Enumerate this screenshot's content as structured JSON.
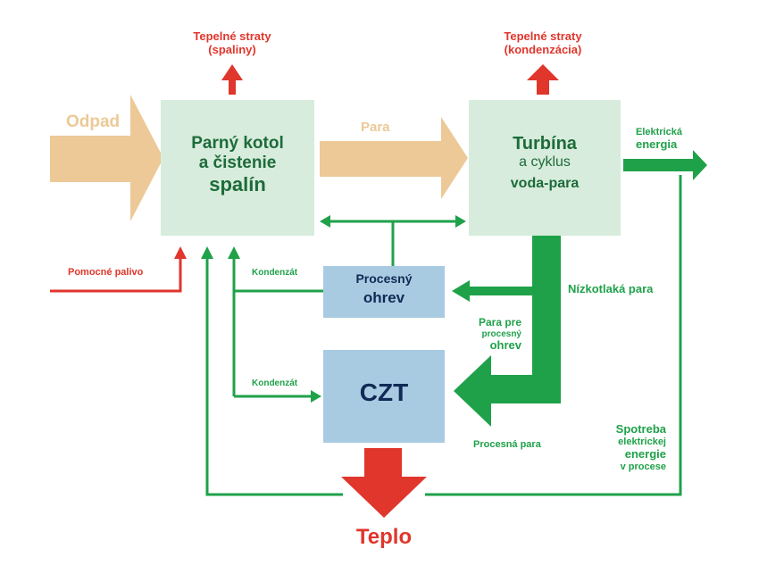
{
  "colors": {
    "tan": "#ecc997",
    "green": "#1fa14a",
    "red": "#e0362c",
    "box_green": "#d7ecdc",
    "box_blue": "#a9cbe2",
    "dark_green_text": "#1d6b3a",
    "navy_text": "#102a55"
  },
  "labels": {
    "odpad": "Odpad",
    "para": "Para",
    "losses_flue_1": "Tepelné straty",
    "losses_flue_2": "(spaliny)",
    "losses_cond_1": "Tepelné straty",
    "losses_cond_2": "(kondenzácia)",
    "electric_1": "Elektrická",
    "electric_2": "energia",
    "aux_fuel": "Pomocné palivo",
    "condensate_1": "Kondenzát",
    "condensate_2": "Kondenzát",
    "low_pressure_steam": "Nízkotlaká para",
    "process_steam_1": "Para pre",
    "process_steam_2": "procesný",
    "process_steam_3": "ohrev",
    "process_para": "Procesná para",
    "consumption_1": "Spotreba",
    "consumption_2": "elektrickej",
    "consumption_3": "energie",
    "consumption_4": "v procese",
    "heat": "Teplo"
  },
  "boxes": {
    "boiler": {
      "line1": "Parný kotol",
      "line2": "a čistenie",
      "line3": "spalín"
    },
    "turbine": {
      "line1": "Turbína",
      "line2": "a cyklus",
      "line3": "voda-para"
    },
    "process_heating": {
      "line1": "Procesný",
      "line2": "ohrev"
    },
    "czt": {
      "line1": "CZT"
    }
  }
}
